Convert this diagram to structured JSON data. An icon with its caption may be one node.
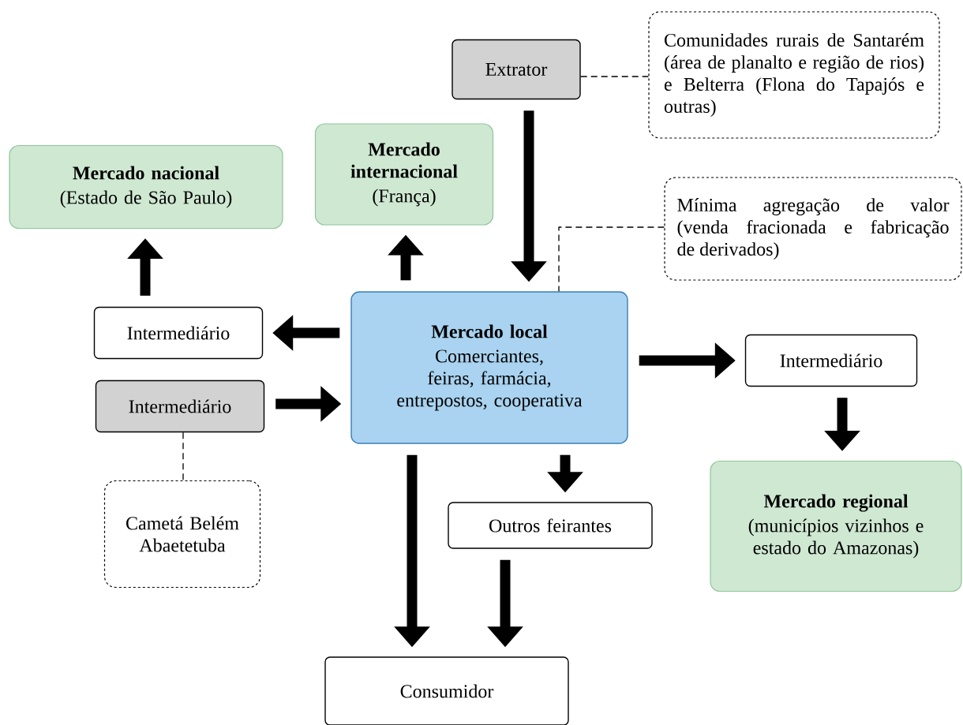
{
  "diagram": {
    "nodes": [
      {
        "text": [
          "Extrator"
        ]
      },
      {
        "text": [
          "Comunidades rurais de Santarém (área de planalto e região de rios) e Belterra (Flona do Tapajós e outras)"
        ]
      },
      {
        "text": [
          "Mercado internacional",
          "(França)"
        ]
      },
      {
        "text": [
          "Mercado nacional",
          "(Estado de São Paulo)"
        ]
      },
      {
        "text": [
          "Mínima agregação de valor (venda fracionada e fabricação de derivados)"
        ]
      },
      {
        "text": [
          "Intermediário"
        ]
      },
      {
        "text": [
          "Mercado local",
          "Comerciantes, feiras, farmácia, entrepostos, cooperativa"
        ]
      },
      {
        "text": [
          "Intermediário"
        ]
      },
      {
        "text": [
          "Intermediário"
        ]
      },
      {
        "text": [
          "Cametá Belém Abaetetuba"
        ]
      },
      {
        "text": [
          "Outros feirantes"
        ]
      },
      {
        "text": [
          "Mercado regional",
          "(municípios vizinhos e estado do Amazonas)"
        ]
      },
      {
        "text": [
          "Consumidor"
        ]
      }
    ],
    "edges": [
      {
        "from": 0,
        "to": 6,
        "arrow": "to"
      },
      {
        "from": 0,
        "to": 1,
        "arrow": "none",
        "style": "dashed"
      },
      {
        "from": 4,
        "to": 6,
        "arrow": "none",
        "style": "dashed"
      },
      {
        "from": 6,
        "to": 2,
        "arrow": "to"
      },
      {
        "from": 6,
        "to": 5,
        "arrow": "to"
      },
      {
        "from": 5,
        "to": 3,
        "arrow": "to"
      },
      {
        "from": 8,
        "to": 6,
        "arrow": "to"
      },
      {
        "from": 8,
        "to": 9,
        "arrow": "none",
        "style": "dashed"
      },
      {
        "from": 6,
        "to": 7,
        "arrow": "to"
      },
      {
        "from": 7,
        "to": 11,
        "arrow": "to"
      },
      {
        "from": 6,
        "to": 10,
        "arrow": "to"
      },
      {
        "from": 6,
        "to": 12,
        "arrow": "to"
      },
      {
        "from": 10,
        "to": 12,
        "arrow": "to"
      }
    ]
  }
}
